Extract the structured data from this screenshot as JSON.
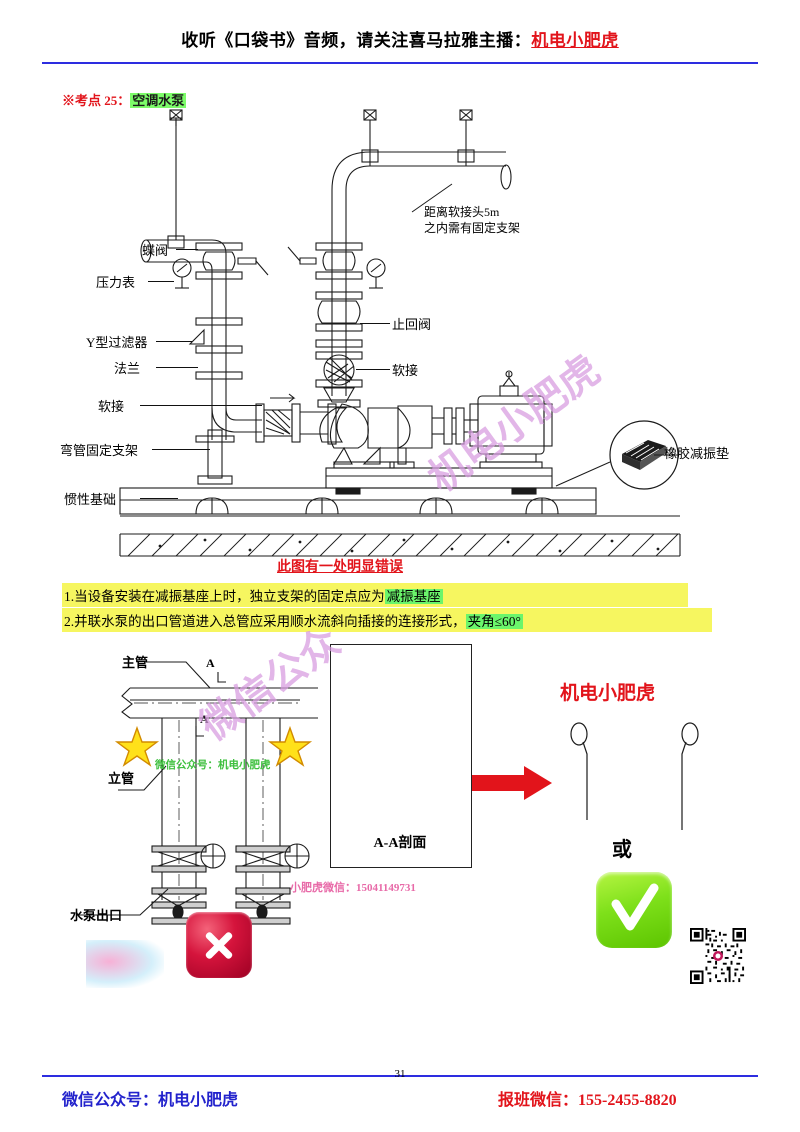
{
  "header": {
    "text_main": "收听《口袋书》音频，请关注喜马拉雅主播：",
    "anchor_name": "机电小肥虎"
  },
  "kaodian": {
    "prefix": "※考点 25：",
    "topic": "空调水泵"
  },
  "figure_top": {
    "labels_left": [
      {
        "name": "butterfly-valve",
        "text": "蝶阀"
      },
      {
        "name": "pressure-gauge",
        "text": "压力表"
      },
      {
        "name": "y-strainer",
        "text": "Y型过滤器"
      },
      {
        "name": "flange",
        "text": "法兰"
      },
      {
        "name": "flexible-joint",
        "text": "软接"
      },
      {
        "name": "elbow-fixed-support",
        "text": "弯管固定支架"
      },
      {
        "name": "inertia-base",
        "text": "惯性基础"
      }
    ],
    "labels_right": [
      {
        "name": "check-valve",
        "text": "止回阀"
      },
      {
        "name": "flexible-joint",
        "text": "软接"
      },
      {
        "name": "rubber-vibration-pad",
        "text": "橡胶减振垫"
      }
    ],
    "note_support": {
      "line1": "距离软接头5m",
      "line2": "之内需有固定支架"
    }
  },
  "error_note": "此图有一处明显错误",
  "points": [
    {
      "index": "1.",
      "text_a": "当设备安装在减振基座上时，独立支架的固定点应为",
      "highlight": "减振基座",
      "text_b": ""
    },
    {
      "index": "2.",
      "text_a": "并联水泵的出口管道进入总管应采用顺水流斜向插接的连接形式，",
      "highlight": "夹角≤60°",
      "text_b": ""
    }
  ],
  "figure_bottom": {
    "main_pipe_label": "主管",
    "riser_label": "立管",
    "section_mark_top": "A",
    "section_mark_bottom": "A",
    "pump_outlet_label": "水泵出口",
    "section_caption": "A-A剖面",
    "green_watermark": "微信公众号：机电小肥虎",
    "pink_contact": "小肥虎微信：15041149731",
    "brand_right": "机电小肥虎",
    "or_text": "或",
    "wrong_icon": "red-x-icon",
    "right_icon": "green-check-icon"
  },
  "watermarks": {
    "text_1": "机电小肥虎",
    "text_2": "微信公众"
  },
  "footer": {
    "page_number": "31",
    "left": "微信公众号：机电小肥虎",
    "right": "报班微信：155-2455-8820"
  },
  "colors": {
    "red": "#e2141b",
    "blue": "#2222cc",
    "yellow_highlight": "#f6f660",
    "green_highlight": "#6bf56b",
    "pink": "#e86aa8",
    "watermark": "#d79be0"
  }
}
